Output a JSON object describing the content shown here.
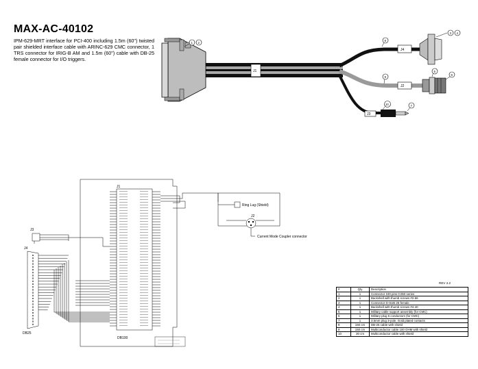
{
  "title": "MAX-AC-40102",
  "description": "IPM-629-MRT interface for PCI-400 including 1.5m (60\") twisted pair shielded interface cable with ARINC-629 CMC connector, 1 TRS connector for IRIG-B AM and 1.5m (60\") cable with DB-25 female connector for I/O triggers.",
  "cable": {
    "j1_label": "J1",
    "j2_label": "J2",
    "j3_label": "J3",
    "j4_label": "J4",
    "callouts": [
      "1",
      "2",
      "3",
      "4",
      "5",
      "6",
      "7",
      "8",
      "9",
      "10"
    ]
  },
  "schematic": {
    "j1_title": "J1",
    "j1_part": "DB100",
    "j2_title": "J2",
    "j3_title": "J3",
    "j4_title": "J4",
    "j4_part": "DB25",
    "ring_lug": "Ring Lug (Shield)",
    "current_mode_coupler": "Current Mode Coupler connector"
  },
  "bom": {
    "revision": "REV 2.2",
    "headers": [
      "#",
      "Qty",
      "Description"
    ],
    "rows": [
      [
        "1",
        "1",
        "Connector 100 pins 0.050 series"
      ],
      [
        "2",
        "1",
        "Backshell with thumb screws #2-56"
      ],
      [
        "3",
        "1",
        "Connector D-SUB 25 female"
      ],
      [
        "4",
        "1",
        "Backshell with thumb screws #4-40"
      ],
      [
        "5",
        "1",
        "Military cable support assembly (for CMC)"
      ],
      [
        "6",
        "1",
        "Military plug 6 conductors (for CMC)"
      ],
      [
        "7",
        "1",
        "3.5mm plug 3-pole, Gold plated contacts"
      ],
      [
        "8",
        "150 cm",
        "DB-25 cable with shield"
      ],
      [
        "9",
        "150 cm",
        "Multiconductor cable 100 OHM with shield"
      ],
      [
        "10",
        "30 cm",
        "Multiconductor cable with shield"
      ]
    ]
  },
  "colors": {
    "black_cable": "#111111",
    "grey_cable": "#9a9a9a",
    "connector_fill": "#bdbdbd"
  }
}
